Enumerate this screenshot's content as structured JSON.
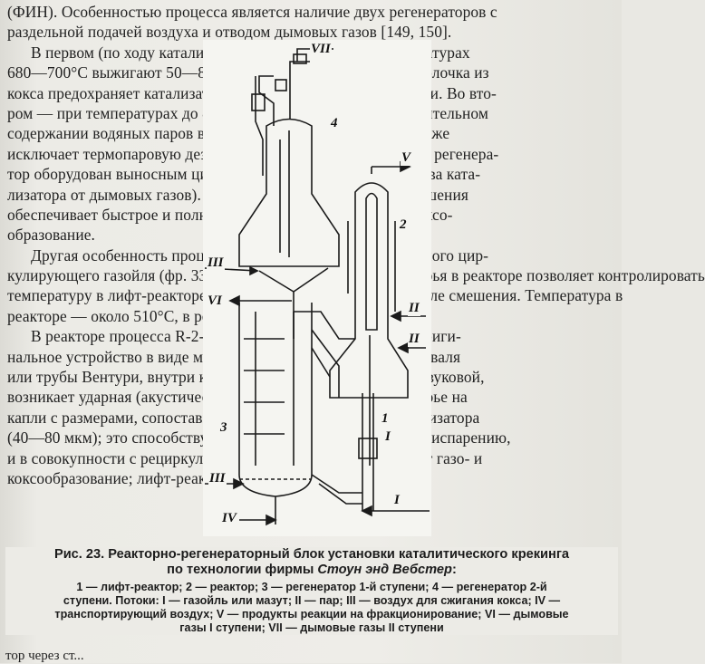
{
  "text_lines": [
    "(ФИН). Особенностью процесса является наличие двух регенераторов с",
    "раздельной подачей воздуха и отводом дымовых газов [149, 150].",
    "В первом (по ходу катализатора) регенераторе при температурах",
    "680—700°С выжигают 50—80% кокса, при этом защитная оболочка из",
    "кокса предохраняет катализатор от термопаровой дезактивации. Во вто-",
    "ром — при температурах до 800°С, избытке воздуха и незначительном",
    "содержании водяных паров выжигают остальной кокс, что также",
    "исключает термопаровую дезактивацию катализатора. Второй регенера-",
    "тор оборудован выносным циклоном и деаэрером (зоной отдува ката-",
    "лизатора от дымовых газов). Высокая температура в узле смешения",
    "обеспечивает быстрое и полное испарение сырья, снижает коксо-",
    "образование.",
    "Другая особенность процесса в том, что подача охлажденного цир-",
    "кулирующего газойля (фр. 330—510°С) выше точки ввода сырья в реакторе позволяет контролировать",
    "температуру в лифт-реакторе независимо от температуры в узле смешения. Температура в",
    "реакторе — около 510°С, в регенераторе — около 1 с.",
    "В реакторе процесса R-2-R для ввода сырья используют ориги-",
    "нальное устройство в виде многоканальной головки, сопла Лаваля",
    "или трубы Вентури, внутри которой от форсунки, близких к звуковой,",
    "возникает ударная (акустическая) волна, диспергирующая сырье на",
    "капли с размерами, сопоставимыми с размерами частиц катализатора",
    "(40—80 мкм); это способствует интенсивному теплообмену и испарению,",
    "и в совокупности с рециркуляцией холодного газойля снижает газо- и",
    "коксообразование; лифт-реактор ..."
  ],
  "figure": {
    "labels": {
      "vii": "VII",
      "v": "V",
      "iii_top": "III",
      "vi": "VI",
      "ii_a": "II",
      "ii_b": "II",
      "iii_bottom": "III",
      "iv": "IV",
      "i_right": "I",
      "i_bottom": "I",
      "n1": "1",
      "n2": "2",
      "n3": "3",
      "n4": "4"
    }
  },
  "caption": {
    "title_prefix": "Рис. 23. Реакторно-регенераторный блок установки каталитического крекинга",
    "title_line2_prefix": "по технологии фирмы ",
    "title_firm": "Стоун энд Вебстер",
    "title_suffix": ":",
    "legend": [
      "1 — лифт-реактор; 2 — реактор; 3 — регенератор 1-й ступени; 4 — регенератор 2-й",
      "ступени. Потоки: I — газойль или мазут; II — пар; III — воздух для сжигания кокса; IV —",
      "транспортирующий воздух; V — продукты реакции на фракционирование; VI — дымовые",
      "газы I ступени; VII — дымовые газы II ступени"
    ]
  },
  "bottom_line": "тор через ст..."
}
